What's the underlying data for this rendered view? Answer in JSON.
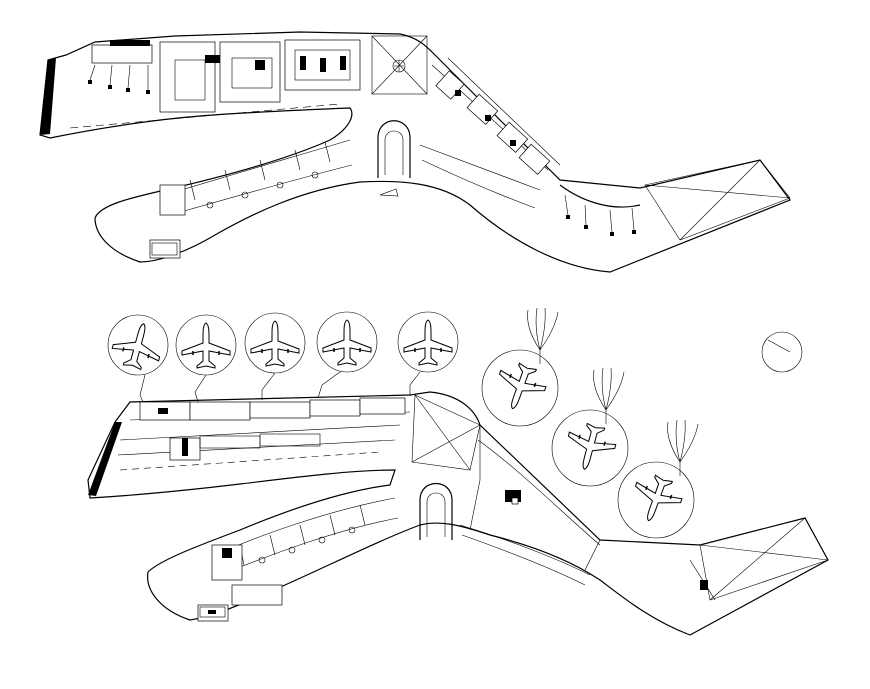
{
  "drawing": {
    "plans": [
      {
        "id": "upper-plan",
        "aircraft_positions": 0
      },
      {
        "id": "lower-plan",
        "aircraft_positions": 8
      }
    ],
    "stroke_color": "#000000",
    "background_color": "#ffffff",
    "icons": [
      "airplane-icon",
      "north-arrow-icon",
      "approach-lines-icon"
    ]
  }
}
